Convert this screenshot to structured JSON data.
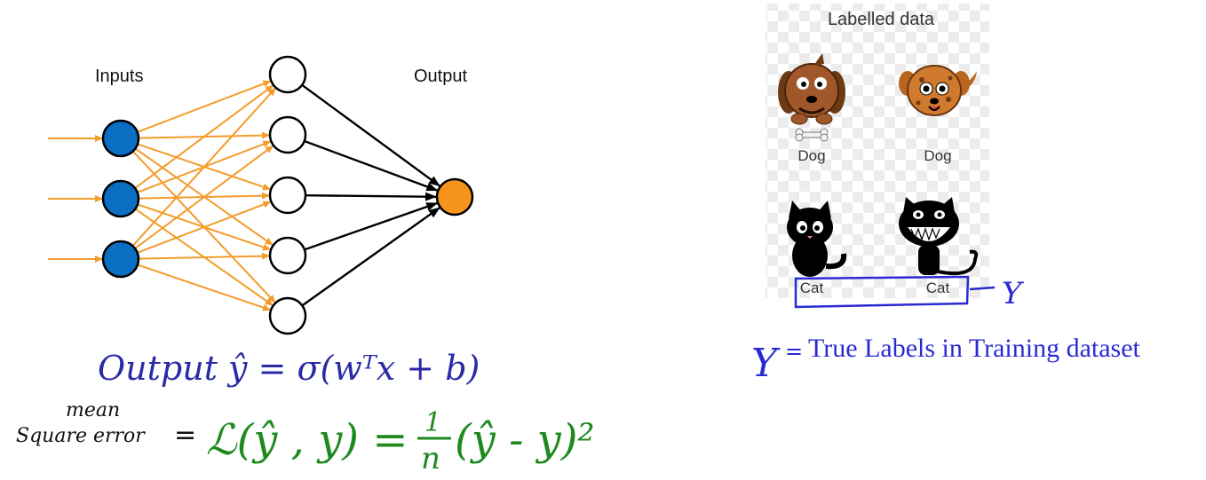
{
  "network": {
    "inputs_label": "Inputs",
    "outputs_label": "Output",
    "layers": [
      3,
      5,
      1
    ],
    "colors": {
      "input": "#0a6fc2",
      "hidden": "#ffffff",
      "output": "#f7941d",
      "input_edges": "#f39c2a",
      "output_edges": "#000000"
    }
  },
  "formula": {
    "output_line": "Output ŷ = σ(wᵀx + b)",
    "mse_prefix_top": "mean",
    "mse_prefix_bottom": "Square error",
    "equals": "=",
    "loss": "ℒ(ŷ , y) = ",
    "frac_num": "1",
    "frac_den": "n",
    "loss_tail": "(ŷ - y)²",
    "colors": {
      "output_line": "#2a2aa8",
      "loss": "#1e8a1e",
      "prefix": "#111111"
    }
  },
  "labelled_data": {
    "title": "Labelled data",
    "items": [
      {
        "label": "Dog",
        "icon": "dog-icon"
      },
      {
        "label": "Dog",
        "icon": "dog-spotted-icon"
      },
      {
        "label": "Cat",
        "icon": "cat-icon"
      },
      {
        "label": "Cat",
        "icon": "cat-grin-icon"
      }
    ],
    "y_marker": "Y",
    "legend_y": "Y",
    "legend_eq": "=",
    "legend_text": "True Labels in Training dataset",
    "annotation_color": "#2a2ad4"
  }
}
